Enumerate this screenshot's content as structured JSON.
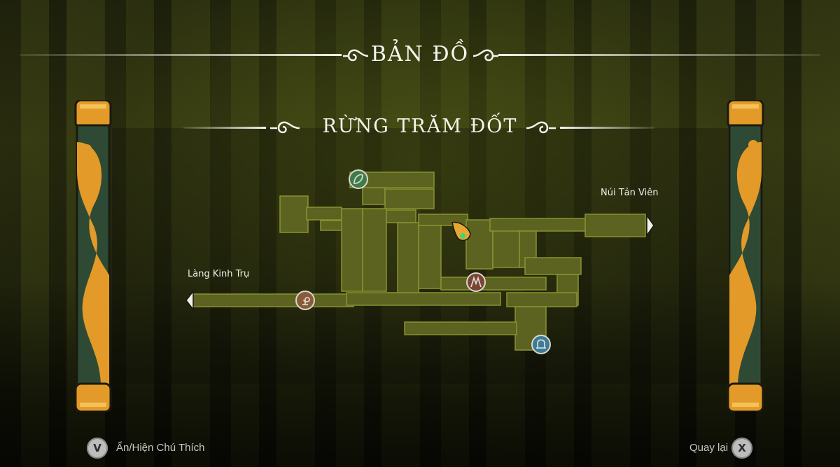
{
  "header": {
    "title": "BẢN ĐỒ"
  },
  "region": {
    "title": "RỪNG TRĂM ĐỐT"
  },
  "map": {
    "exits": [
      {
        "label": "Núi Tản Viên",
        "side": "right"
      },
      {
        "label": "Làng Kinh Trụ",
        "side": "left"
      }
    ],
    "markers": [
      {
        "name": "shrine-marker",
        "icon": "leaf-emblem-icon",
        "color": "#3f7a4a"
      },
      {
        "name": "player-marker",
        "icon": "player-bird-icon",
        "color": "#e8a830"
      },
      {
        "name": "enemy-marker",
        "icon": "mask-icon",
        "color": "#7a4436"
      },
      {
        "name": "npc-marker",
        "icon": "spiral-icon",
        "color": "#8a5a3a"
      },
      {
        "name": "save-marker",
        "icon": "bell-icon",
        "color": "#3c7a9a"
      }
    ],
    "colors": {
      "room_fill": "#5c6220",
      "room_stroke": "#8a9230"
    }
  },
  "footer": {
    "left": {
      "key": "V",
      "label": "Ẩn/Hiện Chú Thích"
    },
    "right": {
      "key": "X",
      "label": "Quay lại"
    }
  }
}
